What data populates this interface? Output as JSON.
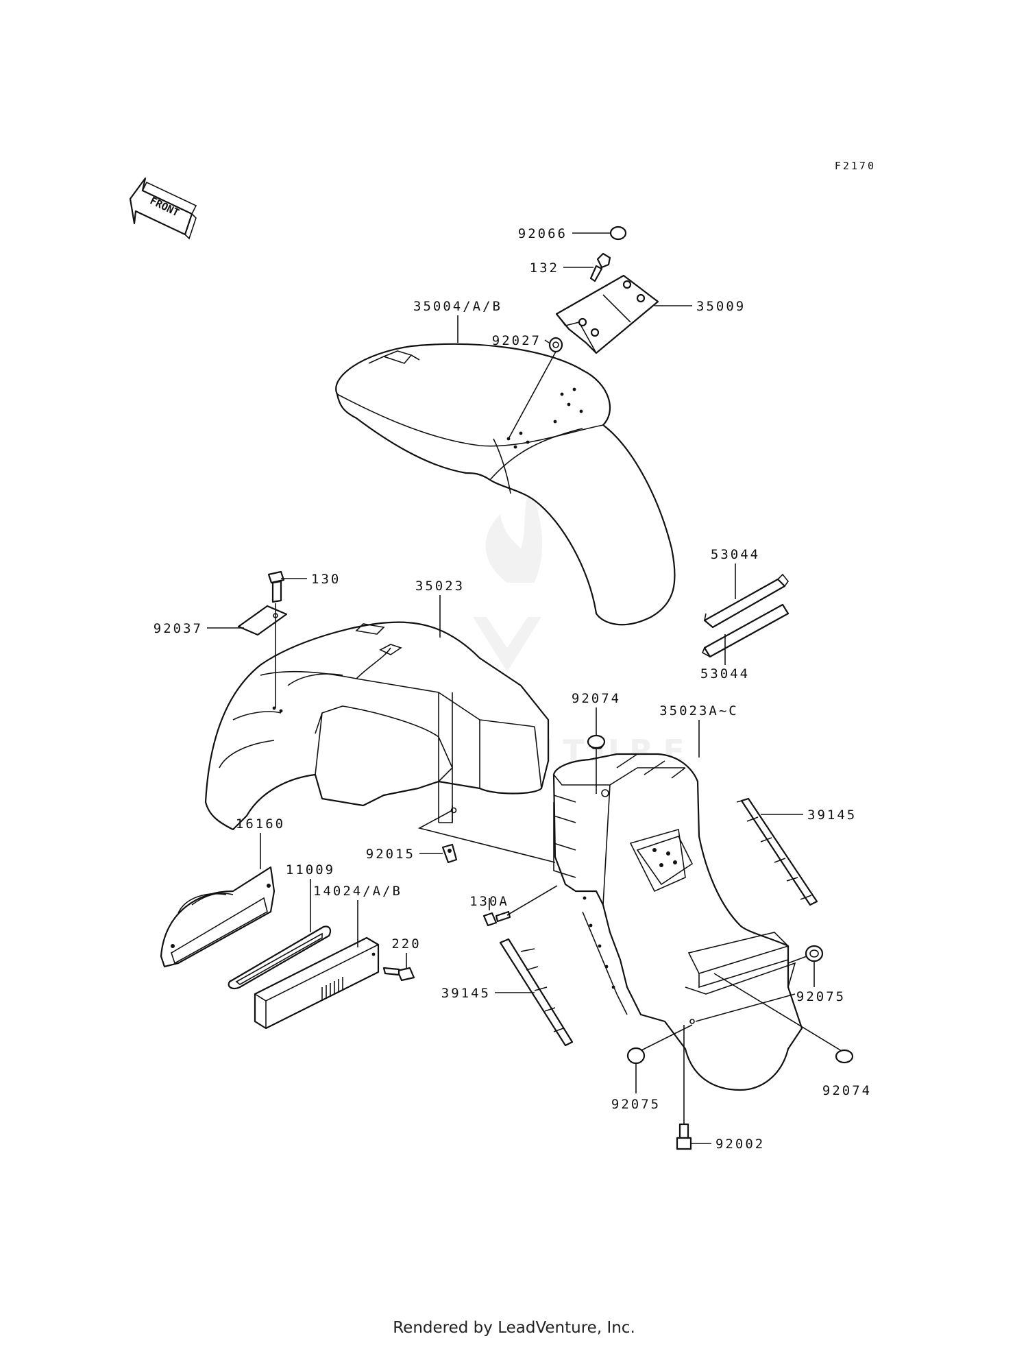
{
  "diagram_code": "F2170",
  "front_label": "FRONT",
  "watermark": "LEADVENTURE",
  "footer": "Rendered by LeadVenture, Inc.",
  "callouts": [
    {
      "id": "c92066",
      "text": "92066"
    },
    {
      "id": "c132",
      "text": "132"
    },
    {
      "id": "c35009",
      "text": "35009"
    },
    {
      "id": "c35004",
      "text": "35004/A/B"
    },
    {
      "id": "c92027",
      "text": "92027"
    },
    {
      "id": "c53044a",
      "text": "53044"
    },
    {
      "id": "c53044b",
      "text": "53044"
    },
    {
      "id": "c130",
      "text": "130"
    },
    {
      "id": "c35023",
      "text": "35023"
    },
    {
      "id": "c92037",
      "text": "92037"
    },
    {
      "id": "c92074a",
      "text": "92074"
    },
    {
      "id": "c35023a",
      "text": "35023A~C"
    },
    {
      "id": "c39145a",
      "text": "39145"
    },
    {
      "id": "c16160",
      "text": "16160"
    },
    {
      "id": "c92015",
      "text": "92015"
    },
    {
      "id": "c11009",
      "text": "11009"
    },
    {
      "id": "c14024",
      "text": "14024/A/B"
    },
    {
      "id": "c130a",
      "text": "130A"
    },
    {
      "id": "c220",
      "text": "220"
    },
    {
      "id": "c39145b",
      "text": "39145"
    },
    {
      "id": "c92075a",
      "text": "92075"
    },
    {
      "id": "c92074b",
      "text": "92074"
    },
    {
      "id": "c92075b",
      "text": "92075"
    },
    {
      "id": "c92002",
      "text": "92002"
    }
  ]
}
